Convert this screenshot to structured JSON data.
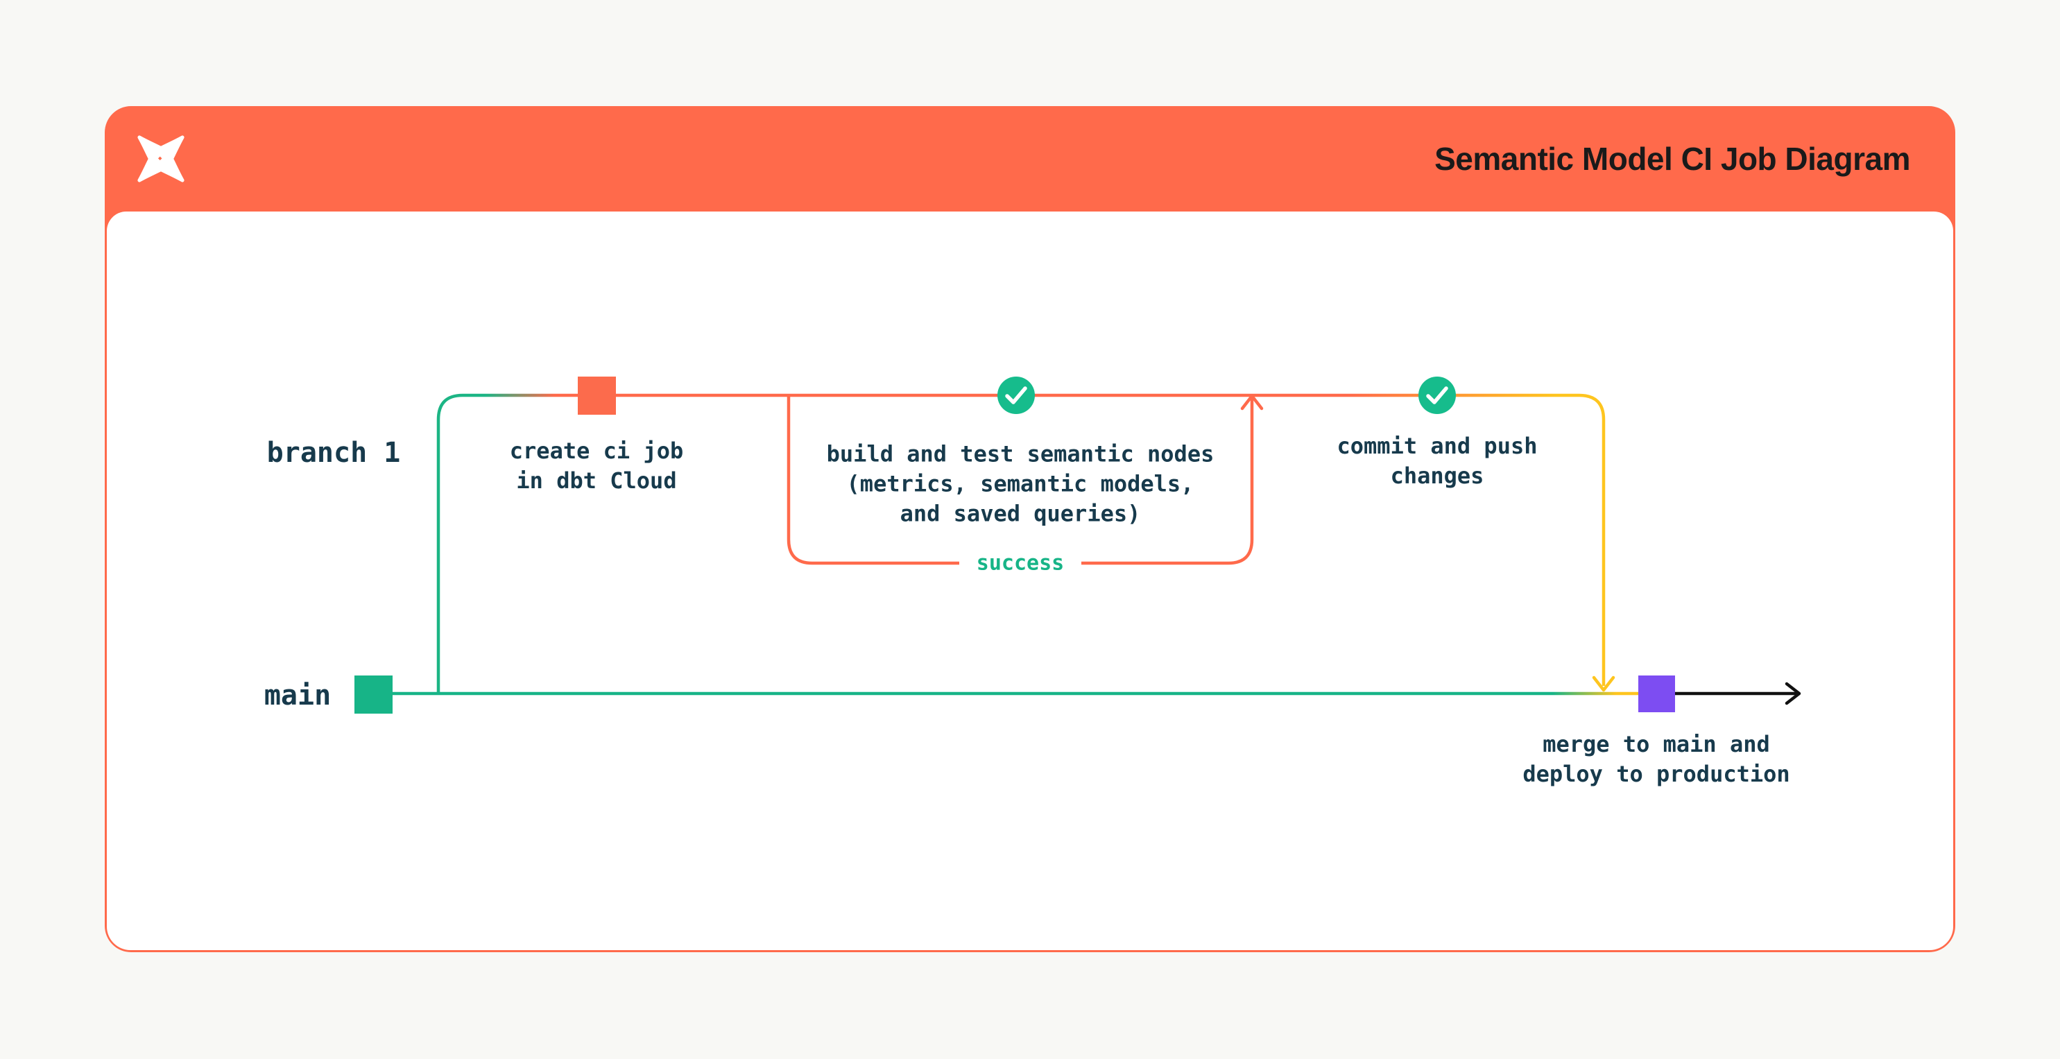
{
  "header": {
    "title": "Semantic Model CI Job Diagram",
    "logo": "dbt-logo"
  },
  "lanes": {
    "branch": "branch 1",
    "main": "main"
  },
  "steps": {
    "create_ci_job": "create ci job\nin dbt Cloud",
    "build_test": "build and test semantic nodes\n(metrics, semantic models,\nand saved queries)",
    "success_label": "success",
    "commit_push": "commit and push\nchanges",
    "merge_deploy": "merge to main and\ndeploy to production"
  },
  "colors": {
    "header_orange": "#ff6a4b",
    "line_orange": "#ff6a4b",
    "node_orange": "#fc6b4c",
    "green": "#17b487",
    "check_green": "#16bc8c",
    "yellow": "#fec51f",
    "purple": "#7d4df2",
    "caption_ink": "#173a4c",
    "title_ink": "#1a1a1a",
    "arrow_black": "#111111"
  }
}
